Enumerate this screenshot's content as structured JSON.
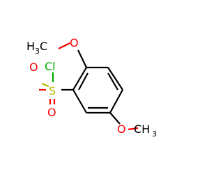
{
  "molecule": {
    "colors": {
      "bond": "#000000",
      "carbon": "#000000",
      "oxygen": "#ff0000",
      "sulfur": "#b8b800",
      "chlorine": "#00aa00"
    },
    "labels": {
      "methyl_top_main": "H",
      "methyl_top_sub": "3",
      "methyl_top_c": "C",
      "o_methoxy_top": "O",
      "cl": "Cl",
      "s": "S",
      "o_sulfonyl_upper": "O",
      "o_sulfonyl_lower": "O",
      "o_methoxy_bottom": "O",
      "methyl_bottom_c": "CH",
      "methyl_bottom_sub": "3"
    }
  }
}
